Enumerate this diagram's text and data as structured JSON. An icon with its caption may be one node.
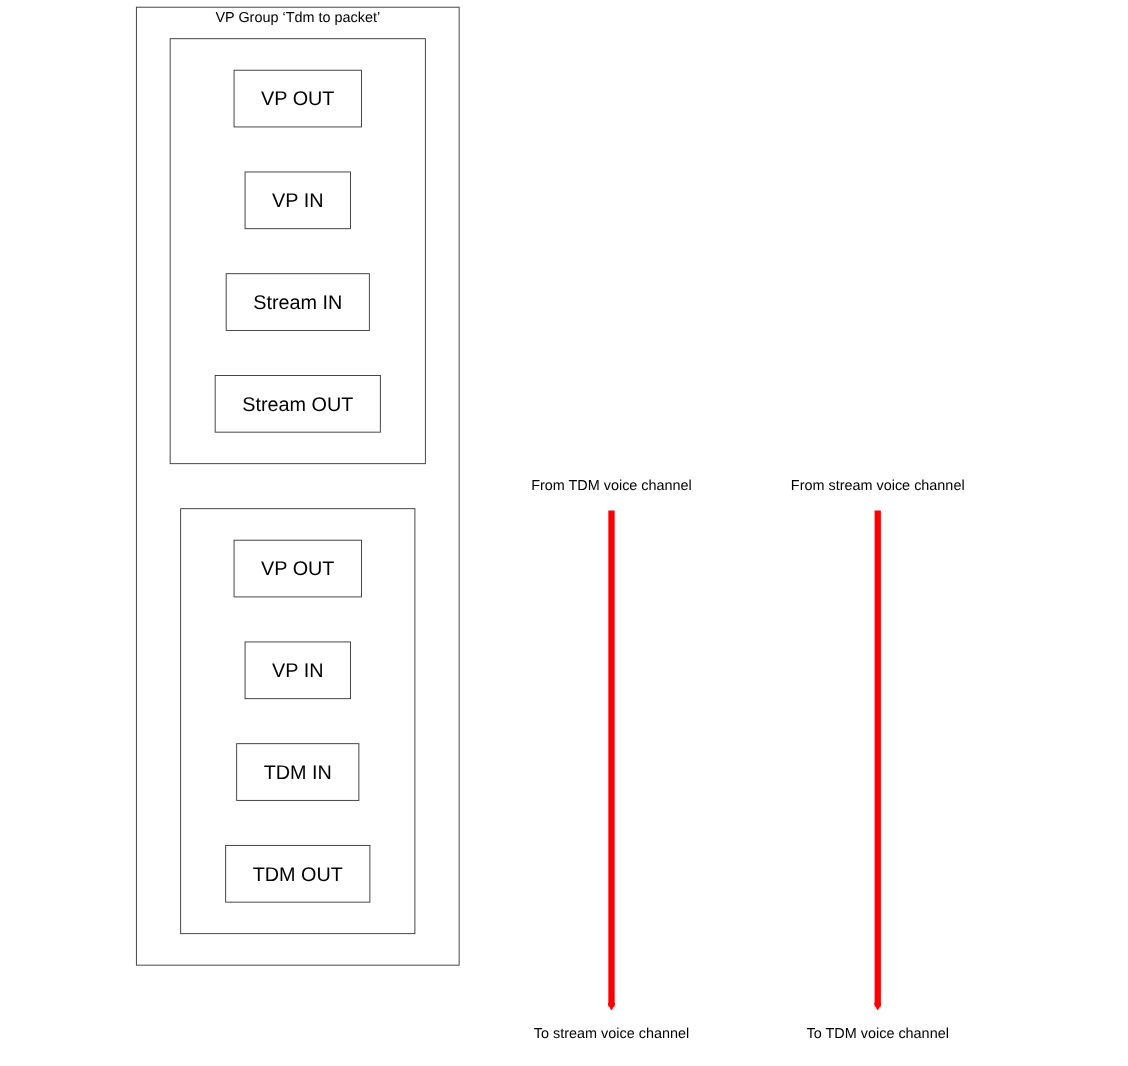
{
  "diagram": {
    "nodes": [
      {
        "text": [
          "VP Group ‘Tdm to packet’"
        ]
      },
      {
        "text": [],
        "shape": "box",
        "in": 0
      },
      {
        "text": [
          "VP OUT"
        ],
        "in": 1
      },
      {
        "text": [
          "VP IN"
        ],
        "in": 1
      },
      {
        "text": [
          "TDM IN"
        ],
        "in": 1
      },
      {
        "text": [
          "TDM OUT"
        ],
        "in": 1
      },
      {
        "text": [],
        "shape": "box",
        "in": 0
      },
      {
        "text": [
          "VP OUT"
        ],
        "in": 6
      },
      {
        "text": [
          "VP IN"
        ],
        "in": 6
      },
      {
        "text": [
          "Stream IN"
        ],
        "in": 6
      },
      {
        "text": [
          "Stream OUT"
        ],
        "in": 6
      },
      {
        "text": [
          "From TDM voice channel"
        ]
      },
      {
        "text": [
          "To TDM voice channel"
        ]
      },
      {
        "text": [
          "From stream voice channel"
        ]
      },
      {
        "text": [
          "To stream voice channel"
        ]
      }
    ],
    "edges": [
      {
        "from": 11,
        "to": 14,
        "arrow": "to",
        "color": "#ff0000"
      },
      {
        "from": 13,
        "to": 12,
        "arrow": "to",
        "color": "#ff0000"
      }
    ]
  }
}
